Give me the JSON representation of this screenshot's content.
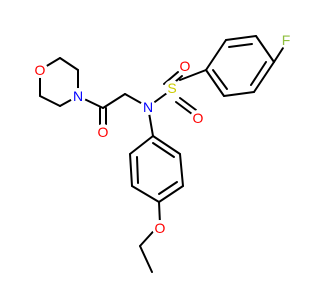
{
  "structure": {
    "colors": {
      "bond": "#000000",
      "oxygen": "#ff0000",
      "nitrogen": "#0000ff",
      "sulfur": "#cccc00",
      "fluorine": "#8fbf3f"
    },
    "atom_labels": {
      "morpholine_oxygen": "O",
      "morpholine_nitrogen": "N",
      "carbonyl_oxygen": "O",
      "sulfonamide_nitrogen": "N",
      "sulfur": "S",
      "sulfonyl_oxygen_top": "O",
      "sulfonyl_oxygen_bottom": "O",
      "fluorine": "F",
      "ether_oxygen": "O"
    }
  }
}
